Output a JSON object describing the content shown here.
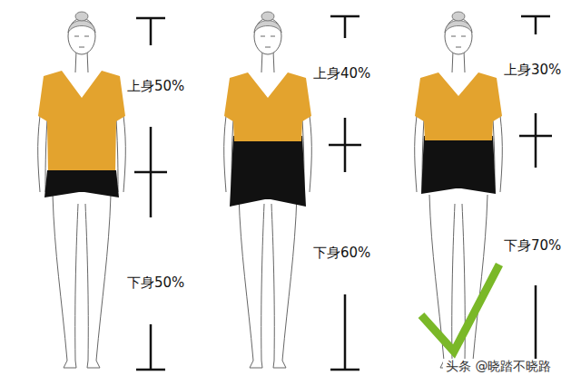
{
  "diagram": {
    "labels": [
      "上身50%",
      "下身50%",
      "上身40%",
      "下身60%",
      "上身30%",
      "下身70%",
      "头条 @晓踏不晓路"
    ]
  }
}
